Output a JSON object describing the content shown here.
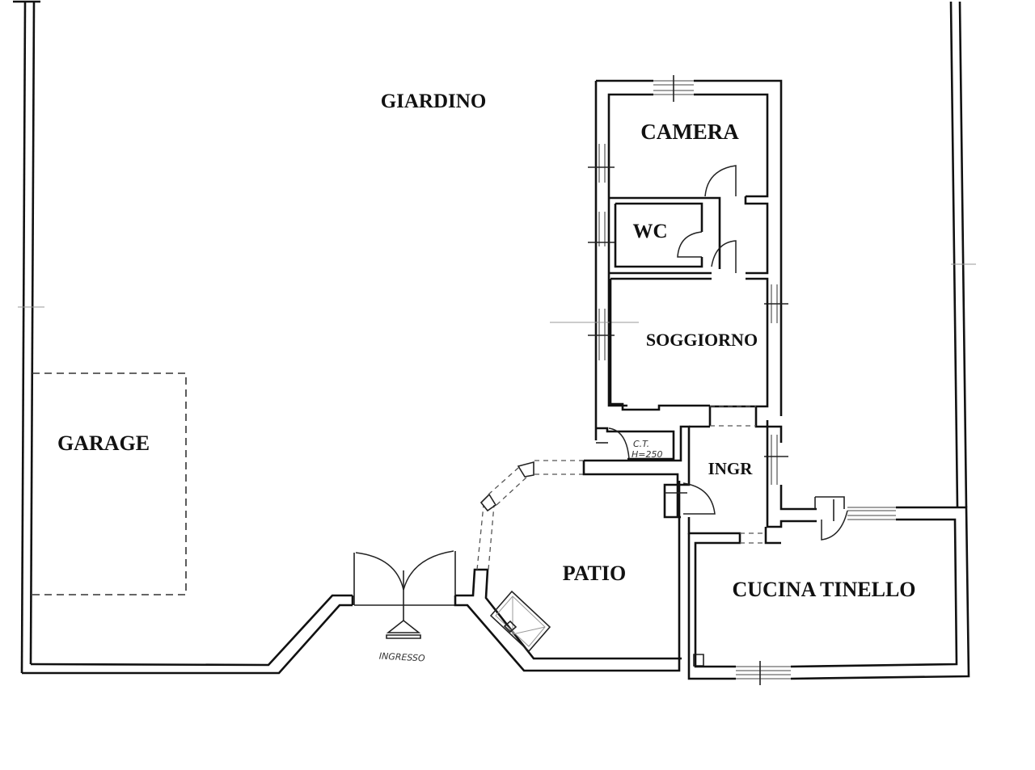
{
  "plan": {
    "type": "floor-plan",
    "rooms": {
      "giardino": "GIARDINO",
      "camera": "CAMERA",
      "wc": "WC",
      "soggiorno": "SOGGIORNO",
      "ingr": "INGR",
      "patio": "PATIO",
      "cucina": "CUCINA TINELLO",
      "garage": "GARAGE"
    },
    "annotations": {
      "ingresso": "INGRESSO",
      "ct_line1": "C.T.",
      "ct_line2": "H=250"
    },
    "colors": {
      "line": "#111111",
      "background": "#ffffff"
    }
  }
}
